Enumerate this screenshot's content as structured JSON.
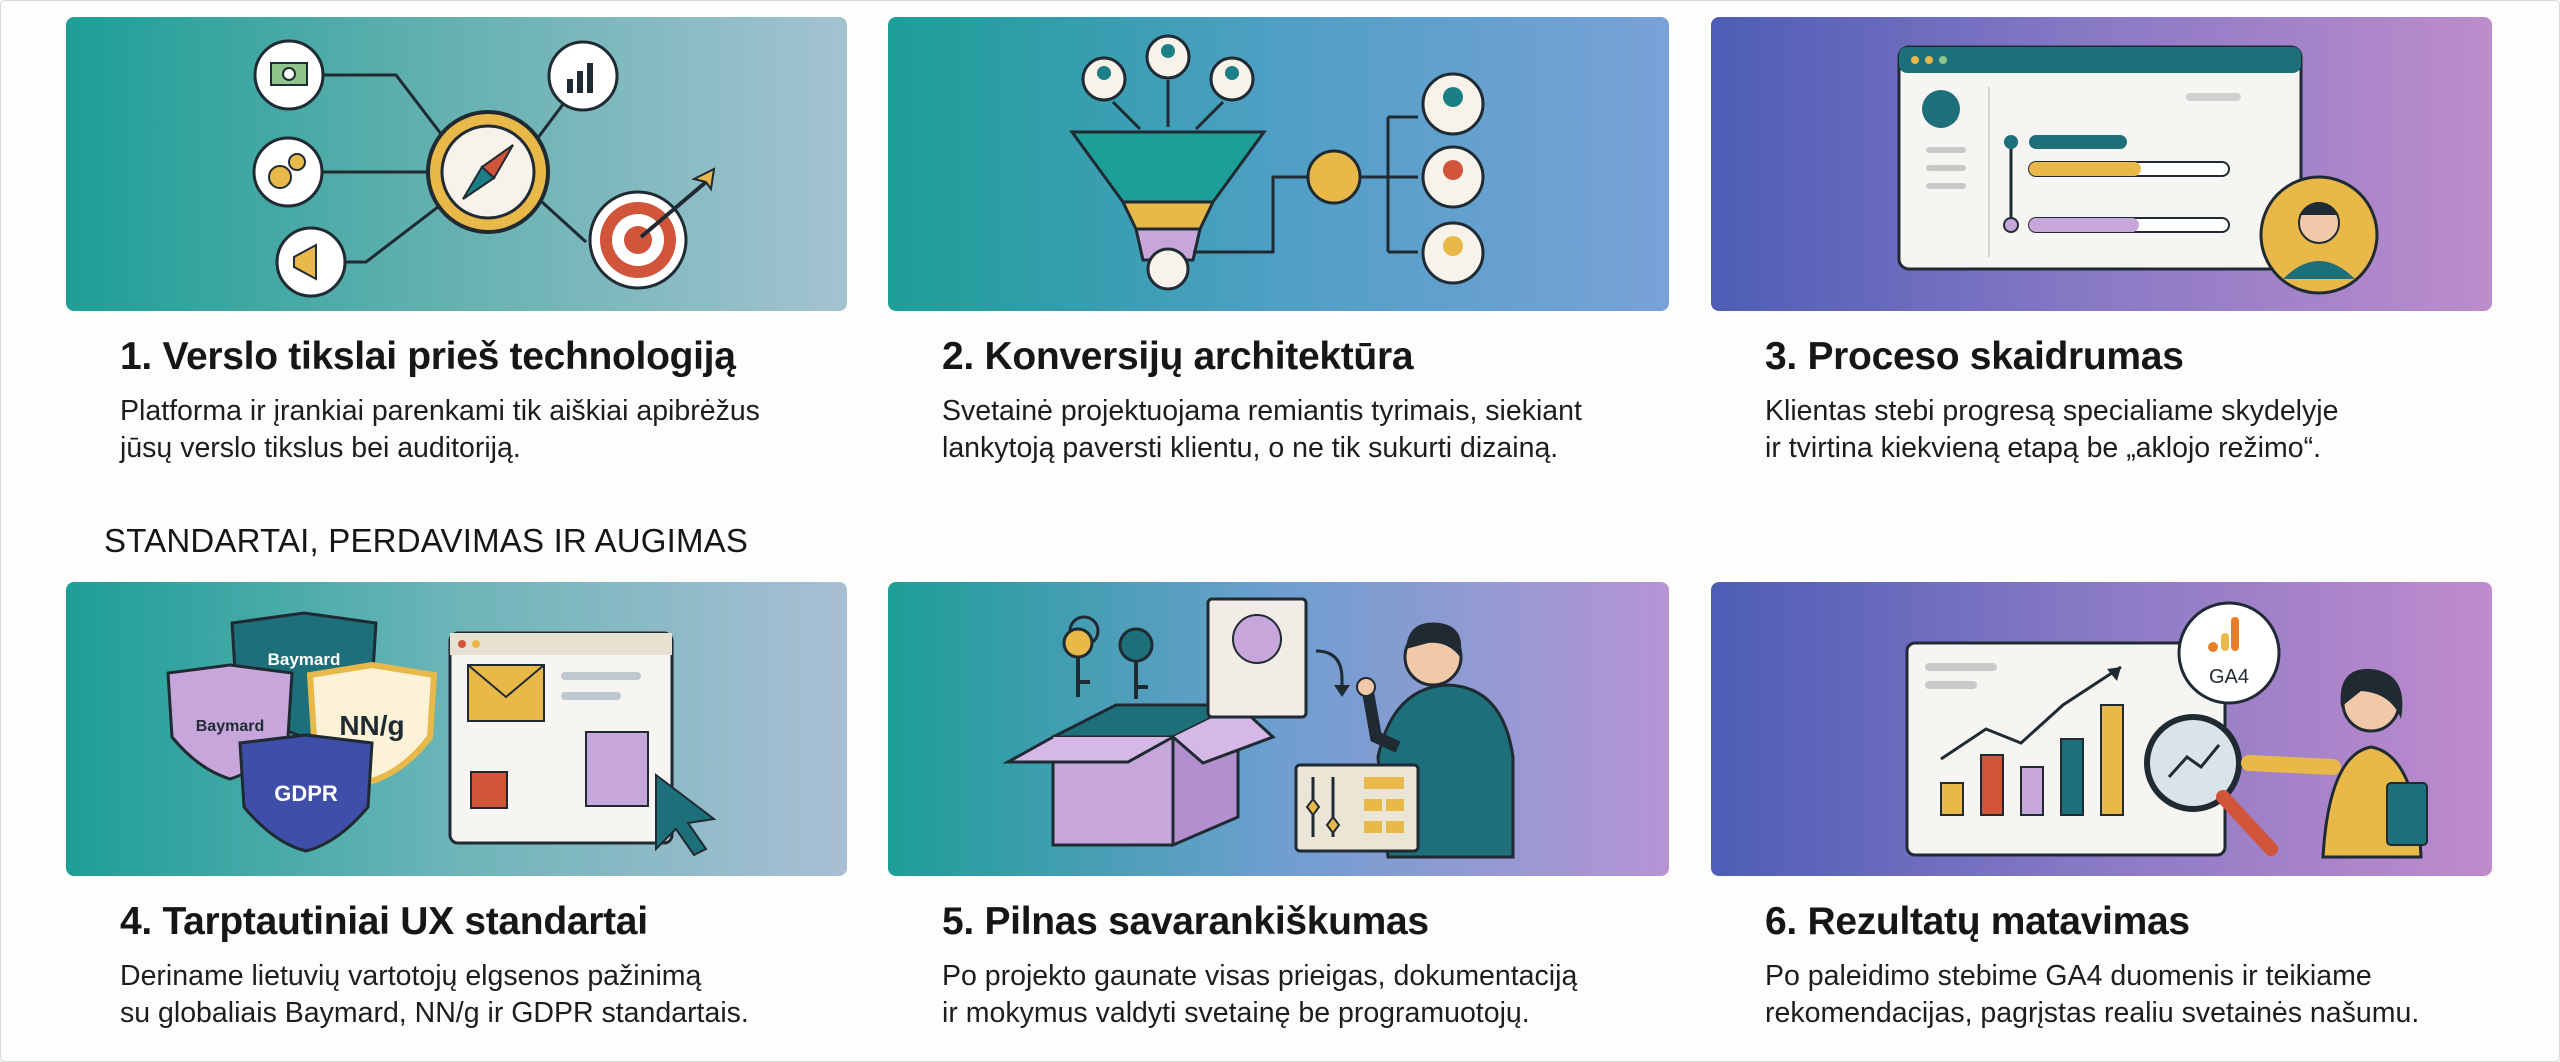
{
  "section_heading": "STANDARTAI, PERDAVIMAS IR AUGIMAS",
  "cards": [
    {
      "title": "1. Verslo tikslai prieš technologiją",
      "description": "Platforma ir įrankiai parenkami tik aiškiai apibrėžus\njūsų verslo tikslus bei auditoriją."
    },
    {
      "title": "2. Konversijų architektūra",
      "description": "Svetainė projektuojama remiantis tyrimais, siekiant\nlankytoją paversti klientu, o ne tik sukurti dizainą."
    },
    {
      "title": "3. Proceso skaidrumas",
      "description": "Klientas stebi progresą specialiame skydelyje\nir tvirtina kiekvieną etapą be „aklojo režimo“."
    },
    {
      "title": "4. Tarptautiniai UX standartai",
      "description": "Deriname lietuvių vartotojų elgsenos pažinimą\nsu globaliais Baymard, NN/g ir GDPR standartais."
    },
    {
      "title": "5. Pilnas savarankiškumas",
      "description": "Po projekto gaunate visas prieigas, dokumentaciją\nir mokymus valdyti svetainę be programuotojų."
    },
    {
      "title": "6. Rezultatų matavimas",
      "description": "Po paleidimo stebime GA4 duomenis ir teikiame\nrekomendacijas, pagrįstas realiu svetainės našumu."
    }
  ],
  "illustration_labels": {
    "badge_baymard_top": "Baymard",
    "badge_baymard_left": "Baymard",
    "badge_nng": "NN/g",
    "badge_gdpr": "GDPR",
    "badge_ga4": "GA4"
  },
  "colors": {
    "teal": "#1d9e97",
    "indigo": "#4d5db5",
    "lavender": "#c08bcd",
    "accent_yellow": "#e8b949",
    "accent_red": "#d0553a"
  }
}
